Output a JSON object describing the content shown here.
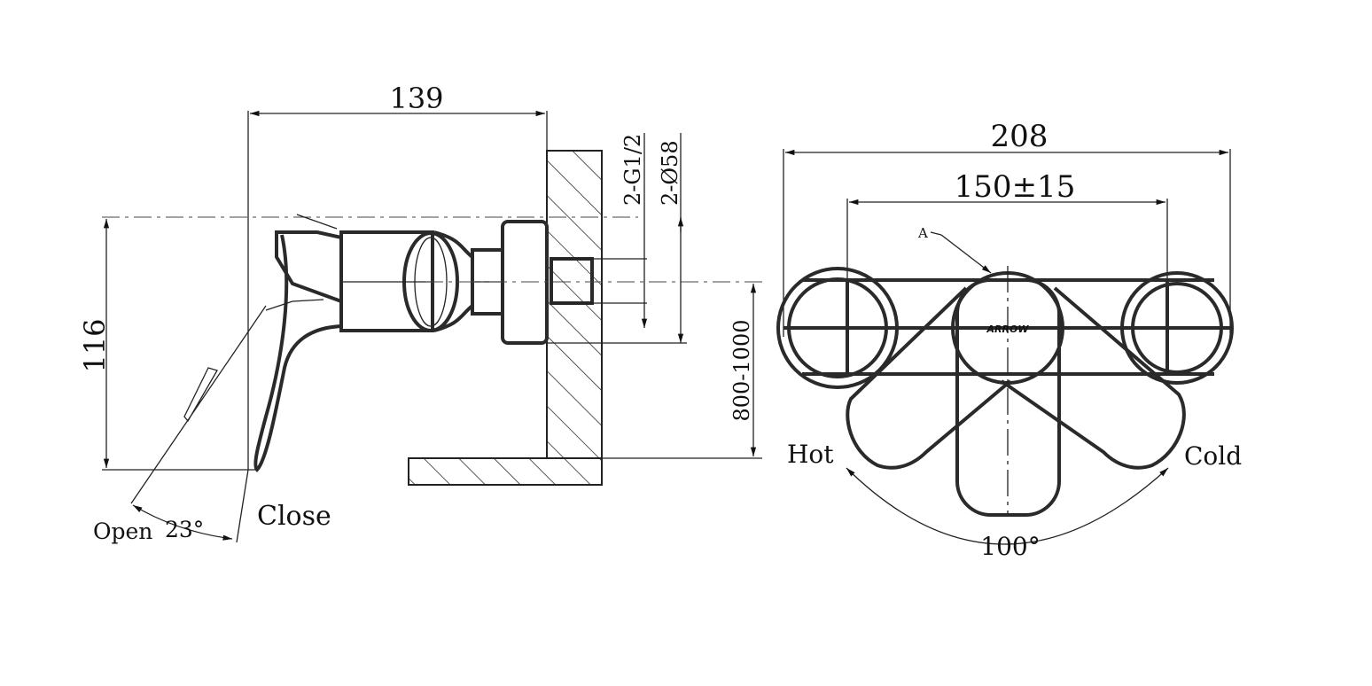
{
  "side_view": {
    "depth_dim": "139",
    "height_dim": "116",
    "thread_label": "2-G1/2",
    "flange_label": "2-Ø58",
    "install_height": "800-1000",
    "open_label": "Open",
    "open_angle": "23°",
    "close_label": "Close"
  },
  "front_view": {
    "width_dim": "208",
    "center_dim": "150±15",
    "detail_marker": "A",
    "brand_logo": "ARROW",
    "hot_label": "Hot",
    "cold_label": "Cold",
    "rotation_angle": "100°"
  }
}
